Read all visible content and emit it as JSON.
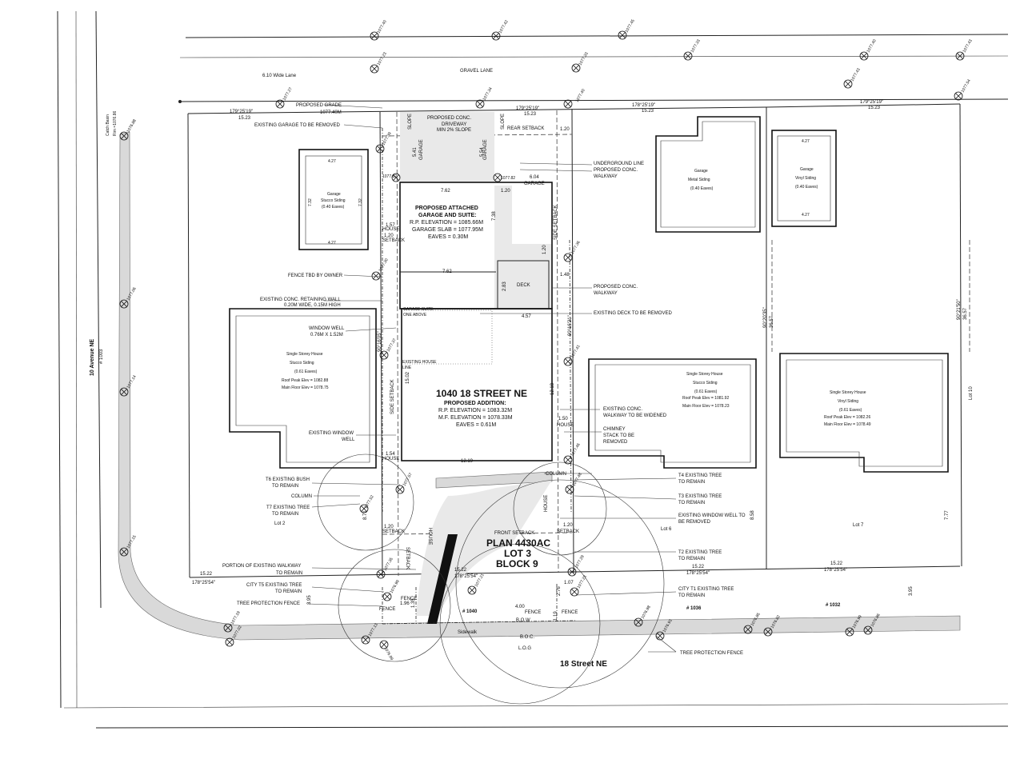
{
  "streets": {
    "lane_width": "6.10 Wide Lane",
    "lane": "GRAVEL LANE",
    "avenue": "10 Avenue NE",
    "avenue_number": "# 1003",
    "street": "18 Street NE",
    "sidewalk": "Sidewalk",
    "boc": "B.O.C.",
    "log": "L.O.G",
    "bow": "B.O.W",
    "catch_basin": "Catch Basin",
    "catch_rim": "Rim =1076.86"
  },
  "plan": {
    "address": "1040 18 STREET NE",
    "addition_title": "PROPOSED ADDITION:",
    "rp_elev": "R.P. ELEVATION = 1083.32M",
    "mf_elev": "M.F. ELEVATION = 1078.33M",
    "eaves": "EAVES = 0.61M",
    "legal_plan": "PLAN 4430AC",
    "legal_lot": "LOT 3",
    "legal_block": "BLOCK 9",
    "house_no": "# 1040"
  },
  "garage_suite": {
    "title1": "PROPOSED ATTACHED",
    "title2": "GARAGE AND SUITE:",
    "rp": "R.P. ELEVATION = 1085.66M",
    "slab": "GARAGE SLAB = 1077.95M",
    "eaves": "EAVES = 0.30M"
  },
  "left_labels": [
    "PROPOSED GRADE",
    "1077.40M",
    "EXISTING GARAGE TO BE REMOVED",
    "FENCE TBD BY OWNER",
    "EXISTING CONC. RETAINING WALL",
    "0.20M WIDE, 0.15M HIGH",
    "WINDOW WELL",
    "0.76M X 1.52M",
    "EXISTING WINDOW",
    "WELL",
    "T6 EXISTING BUSH",
    "TO REMAIN",
    "COLUMN",
    "T7 EXISTING TREE",
    "TO REMAIN",
    "PORTION OF EXISTING WALKWAY",
    "TO REMAIN",
    "CITY T5 EXISTING TREE",
    "TO REMAIN",
    "TREE PROTECTION FENCE"
  ],
  "right_labels": [
    "UNDERGROUND LINE",
    "PROPOSED CONC.",
    "WALKWAY",
    "PROPOSED CONC.",
    "WALKWAY",
    "EXISTING DECK TO BE REMOVED",
    "EXISTING CONC.",
    "WALKWAY TO BE WIDENED",
    "CHIMNEY",
    "STACK TO BE",
    "REMOVED",
    "COLUMN",
    "T4 EXISTING TREE",
    "TO REMAIN",
    "T3 EXISTING TREE",
    "TO REMAIN",
    "EXISTING WINDOW WELL TO",
    "BE REMOVED",
    "T2 EXISTING TREE",
    "TO REMAIN",
    "CITY T1 EXISTING TREE",
    "TO REMAIN",
    "TREE PROTECTION FENCE"
  ],
  "interior_labels": {
    "driveway1": "PROPOSED CONC.",
    "driveway2": "DRIVEWAY",
    "driveway3": "MIN 2% SLOPE",
    "rear_setback": "REAR SETBACK",
    "front_setback": "FRONT SETBACK",
    "garage": "GARAGE",
    "deck": "DECK",
    "garage_suite_above1": "GARAGE SUITE",
    "garage_suite_above2": "ONE ABOVE",
    "existing_house1": "EXISTING HOUSE",
    "existing_house2": "LINE",
    "side_setback": "SIDE SETBACK",
    "setback": "SETBACK",
    "house": "HOUSE",
    "fence": "FENCE",
    "slope": "SLOPE",
    "garage_v": "GARAGE"
  },
  "neighbors": {
    "left_garage": {
      "title": "Garage",
      "siding": "Stucco Siding",
      "eaves": "(0.40 Eaves)",
      "w": "4.27",
      "h": "7.32"
    },
    "left_house": {
      "title": "Single Storey House",
      "siding": "Stucco Siding",
      "eaves": "(0.61 Eaves)",
      "roof": "Roof Peak Elev = 1082.88",
      "floor": "Main Floor Elev = 1078.75",
      "lot": "Lot 2"
    },
    "right_garage1": {
      "title": "Garage",
      "siding": "Metal Siding",
      "eaves": "(0.40 Eaves)"
    },
    "right_garage2": {
      "title": "Garage",
      "siding": "Vinyl Siding",
      "eaves": "(0.40 Eaves)",
      "w": "4.27"
    },
    "right_house1": {
      "title": "Single Storey House",
      "siding": "Stucco Siding",
      "eaves": "(0.61 Eaves)",
      "roof": "Roof Peak Elev = 1081.92",
      "floor": "Main Floor Elev = 1078.23",
      "lot": "Lot 6",
      "house_no": "# 1036"
    },
    "right_house2": {
      "title": "Single Storey House",
      "siding": "Vinyl Siding",
      "eaves": "(0.61 Eaves)",
      "roof": "Roof Peak Elev = 1082.26",
      "floor": "Main Floor Elev = 1078.49",
      "lot": "Lot 7",
      "house_no": "# 1032"
    },
    "lot10": "Lot 10"
  },
  "dimensions": {
    "bearing_rear": "179°25'19\"",
    "bearing_rear2": "178°25'19\"",
    "bearing_front": "178°25'54\"",
    "d1523": "15.23",
    "d1522": "15.22",
    "d762": "7.62",
    "d604": "6.04",
    "d1219": "12.19",
    "d1502": "15.02",
    "d457": "4.57",
    "d283": "2.83",
    "d148": "1.48",
    "d120": "1.20",
    "d157": "1.57",
    "d150": "1.50",
    "d154": "1.54",
    "d871": "8.71",
    "d858": "8.58",
    "d777": "7.77",
    "d395": "3.95",
    "d400": "4.00",
    "d196": "1.96",
    "d135": "1.35",
    "d107": "1.07",
    "d276": "2.76",
    "d119": "1.19",
    "d554": "5.54",
    "d541": "5.41",
    "d738": "7.38",
    "d1218": "12.18",
    "d3657": "36.57",
    "bearing_side": "90°20'35\"",
    "bearing_side2": "90°21'50\"",
    "bearing_h": "90°16'21\"",
    "bearing_h2": "90°16'05\""
  },
  "elevations": [
    "1077.40",
    "1077.42",
    "1077.45",
    "1077.33",
    "1077.40",
    "1077.43",
    "1077.23",
    "1077.33",
    "1077.40",
    "1077.43",
    "1077.54",
    "1077.27",
    "1077.34",
    "1077.82",
    "1077.82",
    "1077.36",
    "1077.30",
    "1077.39",
    "1077.37",
    "1077.41",
    "1077.46",
    "1077.57",
    "1077.52",
    "1077.48",
    "1077.35",
    "1077.29",
    "1077.21",
    "1077.23",
    "1077.19",
    "1077.13",
    "1077.02",
    "1076.89",
    "1076.98",
    "1076.85",
    "1076.82",
    "1076.86",
    "1076.93",
    "1076.99",
    "1077.14",
    "1077.06",
    "1077.15",
    "1076.88",
    "1076.99"
  ]
}
